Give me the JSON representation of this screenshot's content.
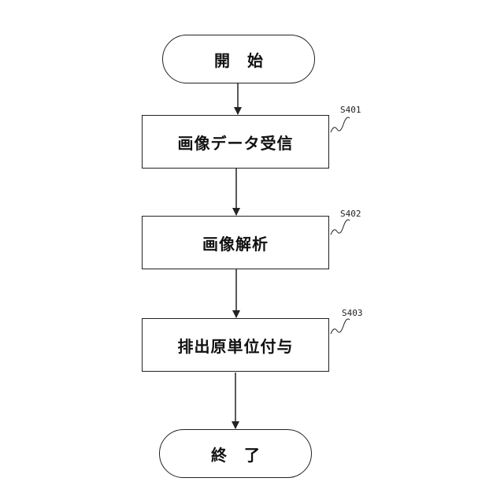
{
  "diagram": {
    "start": {
      "label": "開始"
    },
    "steps": [
      {
        "id": "S401",
        "label": "画像データ受信"
      },
      {
        "id": "S402",
        "label": "画像解析"
      },
      {
        "id": "S403",
        "label": "排出原単位付与"
      }
    ],
    "end": {
      "label": "終了"
    }
  }
}
